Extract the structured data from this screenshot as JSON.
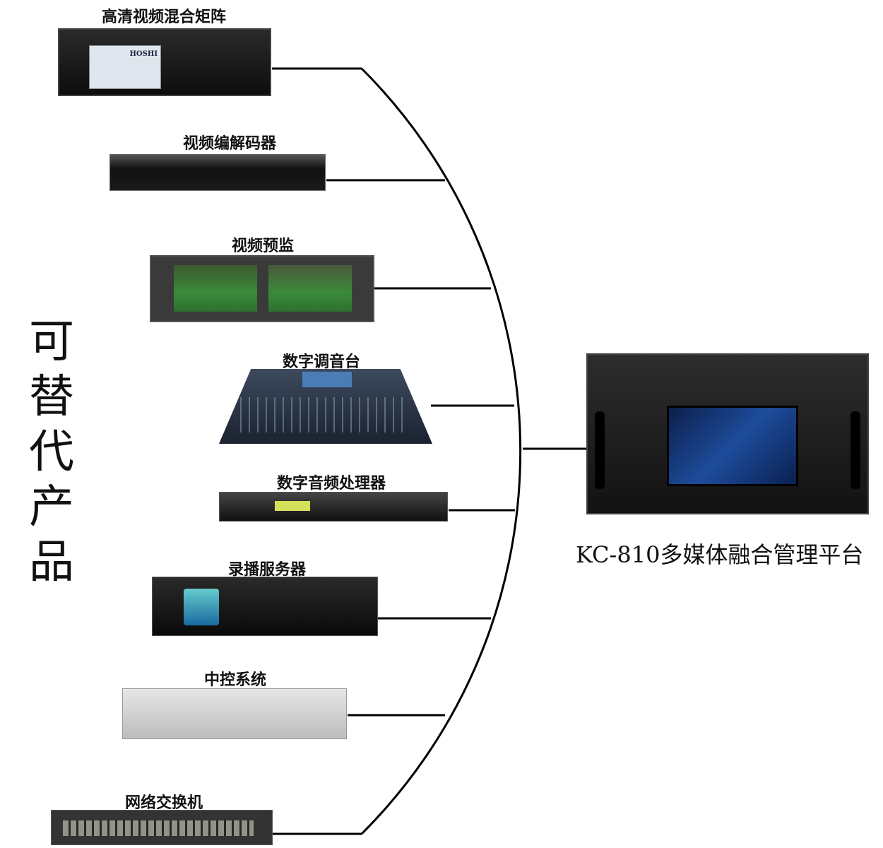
{
  "side_label": "可替代产品",
  "main_device": {
    "label": "KC-810多媒体融合管理平台"
  },
  "devices": [
    {
      "label": "高清视频混合矩阵",
      "brand": "HOSHI"
    },
    {
      "label": "视频编解码器"
    },
    {
      "label": "视频预监"
    },
    {
      "label": "数字调音台"
    },
    {
      "label": "数字音频处理器"
    },
    {
      "label": "录播服务器"
    },
    {
      "label": "中控系统"
    },
    {
      "label": "网络交换机"
    }
  ]
}
